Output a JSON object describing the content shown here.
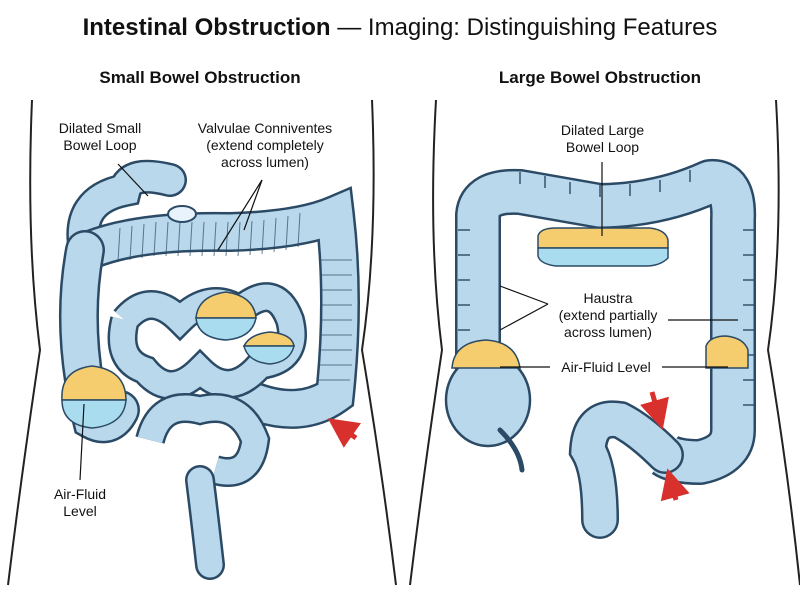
{
  "title": {
    "bold": "Intestinal Obstruction",
    "rest": " — Imaging: Distinguishing Features"
  },
  "colors": {
    "bowel_fill": "#b9d8ec",
    "bowel_stroke": "#2b4a66",
    "gas": "#f5cd6e",
    "fluid": "#a9dcef",
    "arrow": "#d8302c"
  },
  "small_bowel": {
    "heading": "Small Bowel Obstruction",
    "label_dilated": [
      "Dilated Small",
      "Bowel Loop"
    ],
    "label_valvulae": [
      "Valvulae Conniventes",
      "(extend completely",
      "across lumen)"
    ],
    "label_airfluid": [
      "Air-Fluid",
      "Level"
    ]
  },
  "large_bowel": {
    "heading": "Large Bowel Obstruction",
    "label_dilated": [
      "Dilated Large",
      "Bowel Loop"
    ],
    "label_haustra": [
      "Haustra",
      "(extend partially",
      "across lumen)"
    ],
    "label_airfluid": "Air-Fluid Level"
  }
}
